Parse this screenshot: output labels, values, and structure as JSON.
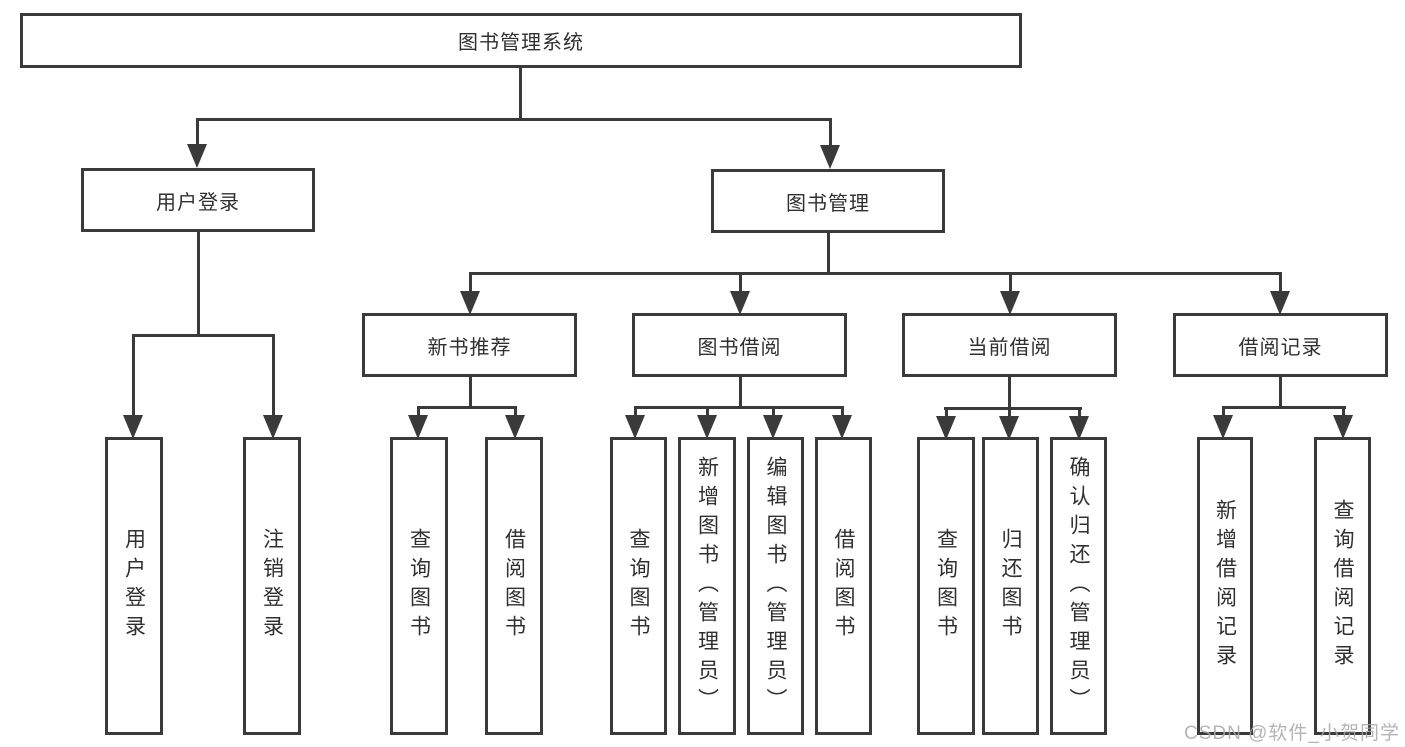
{
  "nodes": {
    "root": {
      "label": "图书管理系统"
    },
    "user_login": {
      "label": "用户登录"
    },
    "book_mgmt": {
      "label": "图书管理"
    },
    "new_book_rec": {
      "label": "新书推荐"
    },
    "book_borrow": {
      "label": "图书借阅"
    },
    "current_borrow": {
      "label": "当前借阅"
    },
    "borrow_record": {
      "label": "借阅记录"
    },
    "login_leaf": {
      "label": "用户登录"
    },
    "logout_leaf": {
      "label": "注销登录"
    },
    "rec_query": {
      "label": "查询图书"
    },
    "rec_borrow": {
      "label": "借阅图书"
    },
    "bb_query": {
      "label": "查询图书"
    },
    "bb_add": {
      "label": "新增图书（管理员）"
    },
    "bb_edit": {
      "label": "编辑图书（管理员）"
    },
    "bb_borrow": {
      "label": "借阅图书"
    },
    "cb_query": {
      "label": "查询图书"
    },
    "cb_return": {
      "label": "归还图书"
    },
    "cb_confirm": {
      "label": "确认归还（管理员）"
    },
    "br_add": {
      "label": "新增借阅记录"
    },
    "br_query": {
      "label": "查询借阅记录"
    }
  },
  "hierarchy": {
    "图书管理系统": {
      "用户登录": [
        "用户登录",
        "注销登录"
      ],
      "图书管理": {
        "新书推荐": [
          "查询图书",
          "借阅图书"
        ],
        "图书借阅": [
          "查询图书",
          "新增图书（管理员）",
          "编辑图书（管理员）",
          "借阅图书"
        ],
        "当前借阅": [
          "查询图书",
          "归还图书",
          "确认归还（管理员）"
        ],
        "借阅记录": [
          "新增借阅记录",
          "查询借阅记录"
        ]
      }
    }
  },
  "watermark": {
    "text": "CSDN @软件_小贺同学"
  },
  "colors": {
    "line": "#3a3a3a",
    "text": "#303030",
    "background": "#ffffff",
    "watermark": "#a8a8a8"
  }
}
